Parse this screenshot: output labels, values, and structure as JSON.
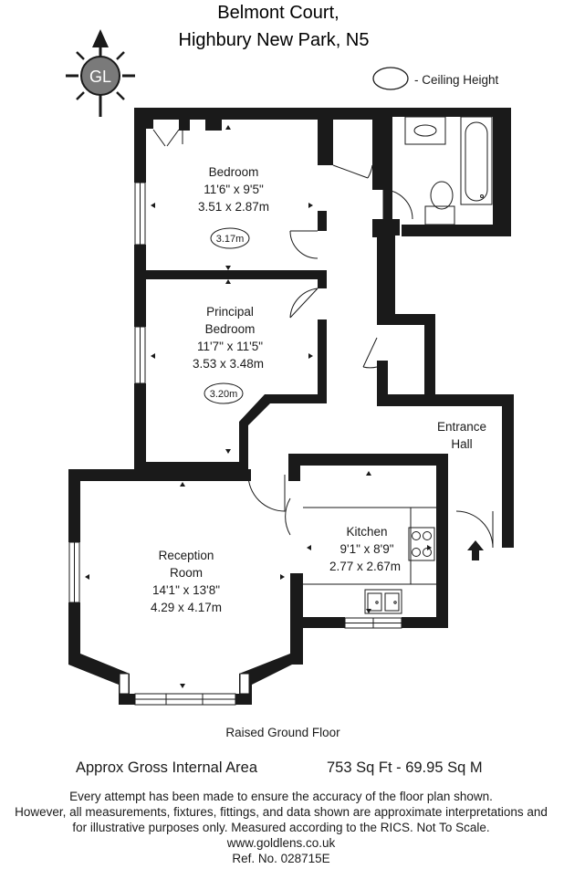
{
  "header": {
    "title_line1": "Belmont Court,",
    "title_line2": "Highbury New Park, N5"
  },
  "logo": {
    "text": "GL",
    "icon": "compass-north-arrow-icon"
  },
  "legend": {
    "ceiling_height_label": "- Ceiling Height"
  },
  "rooms": {
    "bedroom": {
      "name": "Bedroom",
      "imperial": "11'6\" x 9'5\"",
      "metric": "3.51 x 2.87m",
      "ceiling": "3.17m"
    },
    "principal_bedroom": {
      "name_line1": "Principal",
      "name_line2": "Bedroom",
      "imperial": "11'7\" x 11'5\"",
      "metric": "3.53 x 3.48m",
      "ceiling": "3.20m"
    },
    "entrance_hall": {
      "name_line1": "Entrance",
      "name_line2": "Hall"
    },
    "kitchen": {
      "name": "Kitchen",
      "imperial": "9'1\" x 8'9\"",
      "metric": "2.77 x 2.67m"
    },
    "reception_room": {
      "name_line1": "Reception",
      "name_line2": "Room",
      "imperial": "14'1\" x 13'8\"",
      "metric": "4.29 x 4.17m"
    }
  },
  "floor_label": "Raised Ground Floor",
  "area": {
    "label": "Approx Gross Internal Area",
    "value": "753 Sq Ft  -  69.95 Sq M"
  },
  "disclaimer": {
    "line1": "Every attempt has been made to ensure the accuracy of the floor plan shown.",
    "line2": "However, all measurements, fixtures, fittings, and data shown are approximate interpretations and",
    "line3": "for illustrative purposes only. Measured according to the RICS. Not To Scale.",
    "website": "www.goldlens.co.uk",
    "reference": "Ref. No. 028715E"
  },
  "colors": {
    "wall": "#1a1a1a",
    "logo_fill": "#7a7a7a"
  }
}
